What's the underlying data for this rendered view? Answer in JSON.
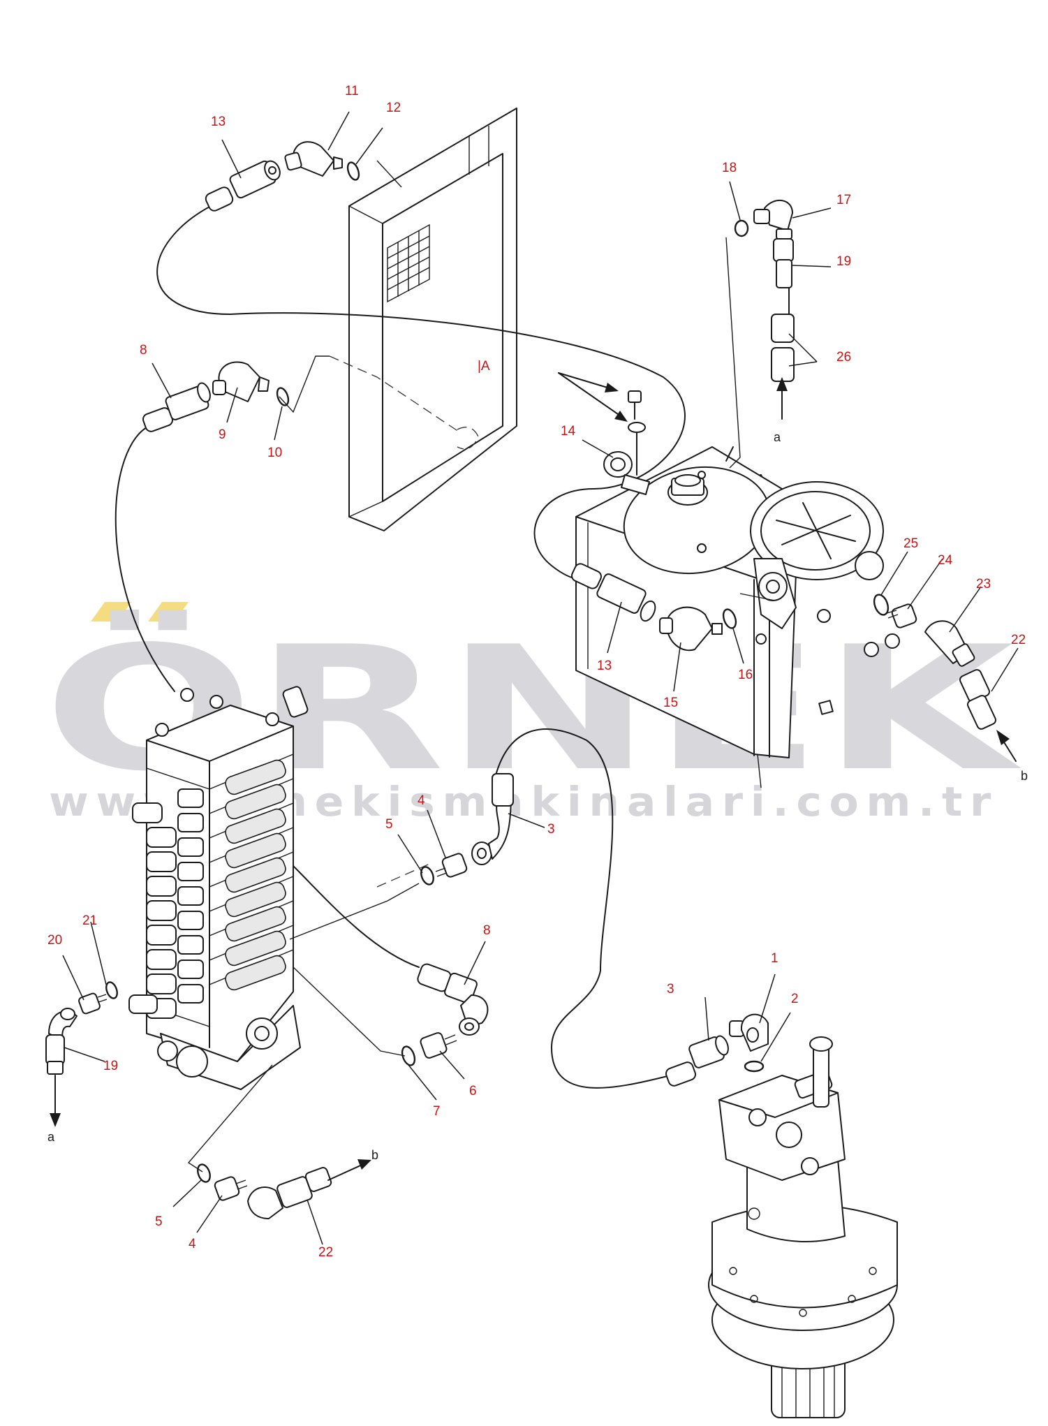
{
  "view_marker": "|A",
  "watermark": {
    "brand": "ÖRNEK",
    "url": "www.ornekismakinalari.com.tr",
    "accent_color": "#f3d66a",
    "text_color": "#d8d8dc"
  },
  "label_color": "#cc1111",
  "part_labels": [
    {
      "id": "p13a",
      "text": "13"
    },
    {
      "id": "p11",
      "text": "11"
    },
    {
      "id": "p12",
      "text": "12"
    },
    {
      "id": "p8a",
      "text": "8"
    },
    {
      "id": "p9",
      "text": "9"
    },
    {
      "id": "p10",
      "text": "10"
    },
    {
      "id": "p18",
      "text": "18"
    },
    {
      "id": "p17",
      "text": "17"
    },
    {
      "id": "p19a",
      "text": "19"
    },
    {
      "id": "p26",
      "text": "26"
    },
    {
      "id": "p14",
      "text": "14"
    },
    {
      "id": "p13b",
      "text": "13"
    },
    {
      "id": "p15",
      "text": "15"
    },
    {
      "id": "p16",
      "text": "16"
    },
    {
      "id": "p25",
      "text": "25"
    },
    {
      "id": "p24",
      "text": "24"
    },
    {
      "id": "p23",
      "text": "23"
    },
    {
      "id": "p22a",
      "text": "22"
    },
    {
      "id": "p4a",
      "text": "4"
    },
    {
      "id": "p5a",
      "text": "5"
    },
    {
      "id": "p3a",
      "text": "3"
    },
    {
      "id": "p8b",
      "text": "8"
    },
    {
      "id": "p21",
      "text": "21"
    },
    {
      "id": "p20",
      "text": "20"
    },
    {
      "id": "p19b",
      "text": "19"
    },
    {
      "id": "p6",
      "text": "6"
    },
    {
      "id": "p7",
      "text": "7"
    },
    {
      "id": "p1",
      "text": "1"
    },
    {
      "id": "p2",
      "text": "2"
    },
    {
      "id": "p3b",
      "text": "3"
    },
    {
      "id": "p5b",
      "text": "5"
    },
    {
      "id": "p4b",
      "text": "4"
    },
    {
      "id": "p22b",
      "text": "22"
    }
  ],
  "flow_labels": [
    {
      "id": "a_top",
      "text": "a"
    },
    {
      "id": "b_top",
      "text": "b"
    },
    {
      "id": "a_bottom",
      "text": "a"
    },
    {
      "id": "b_bottom",
      "text": "b"
    }
  ]
}
